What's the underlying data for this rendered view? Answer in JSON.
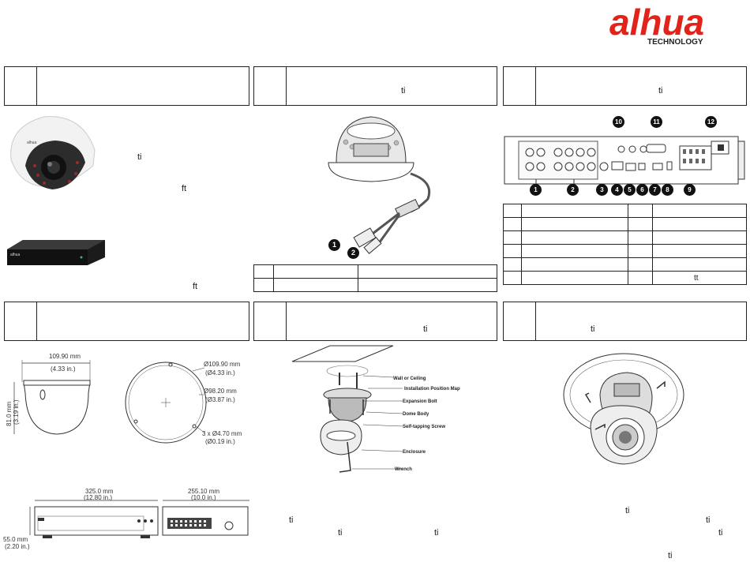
{
  "brand": {
    "logo_text": "alhua",
    "tagline": "TECHNOLOGY",
    "color": "#e2231a"
  },
  "fragments": {
    "panel2_header": "ti",
    "panel3_header": "ti",
    "camera_desc_1": "ti",
    "camera_desc_2": "ft",
    "nvr_desc": "ft",
    "panel3_table_last": "tt",
    "panel5_header": "ti",
    "panel6_header": "ti",
    "p5_text_1": "ti",
    "p5_text_2": "ti",
    "p5_text_3": "ti",
    "p6_text_1": "ti",
    "p6_text_2": "ti",
    "p6_text_3": "ti",
    "p6_text_4": "ti"
  },
  "cable_callouts": [
    "1",
    "2"
  ],
  "rear_panel_callouts": [
    "1",
    "2",
    "3",
    "4",
    "5",
    "6",
    "7",
    "8",
    "9",
    "10",
    "11",
    "12"
  ],
  "camera_dimensions": {
    "width": "109.90 mm",
    "width_in": "(4.33 in.)",
    "height": "81.0 mm",
    "height_in": "(3.19 in.)",
    "diameter_outer": "Ø109.90 mm",
    "diameter_outer_in": "(Ø4.33 in.)",
    "diameter_mid": "Ø98.20 mm",
    "diameter_mid_in": "(Ø3.87 in.)",
    "holes": "3 x Ø4.70 mm",
    "holes_in": "(Ø0.19 in.)"
  },
  "nvr_dimensions": {
    "width": "325.0 mm",
    "width_in": "(12.80 in.)",
    "depth": "255.10 mm",
    "depth_in": "(10.0 in.)",
    "height": "55.0 mm",
    "height_in": "(2.20 in.)"
  },
  "install_labels": [
    "Wall or Ceiling",
    "Installation Position Map",
    "Expansion Bolt",
    "Dome Body",
    "Self-tapping Screw",
    "Enclosure",
    "Wrench"
  ]
}
